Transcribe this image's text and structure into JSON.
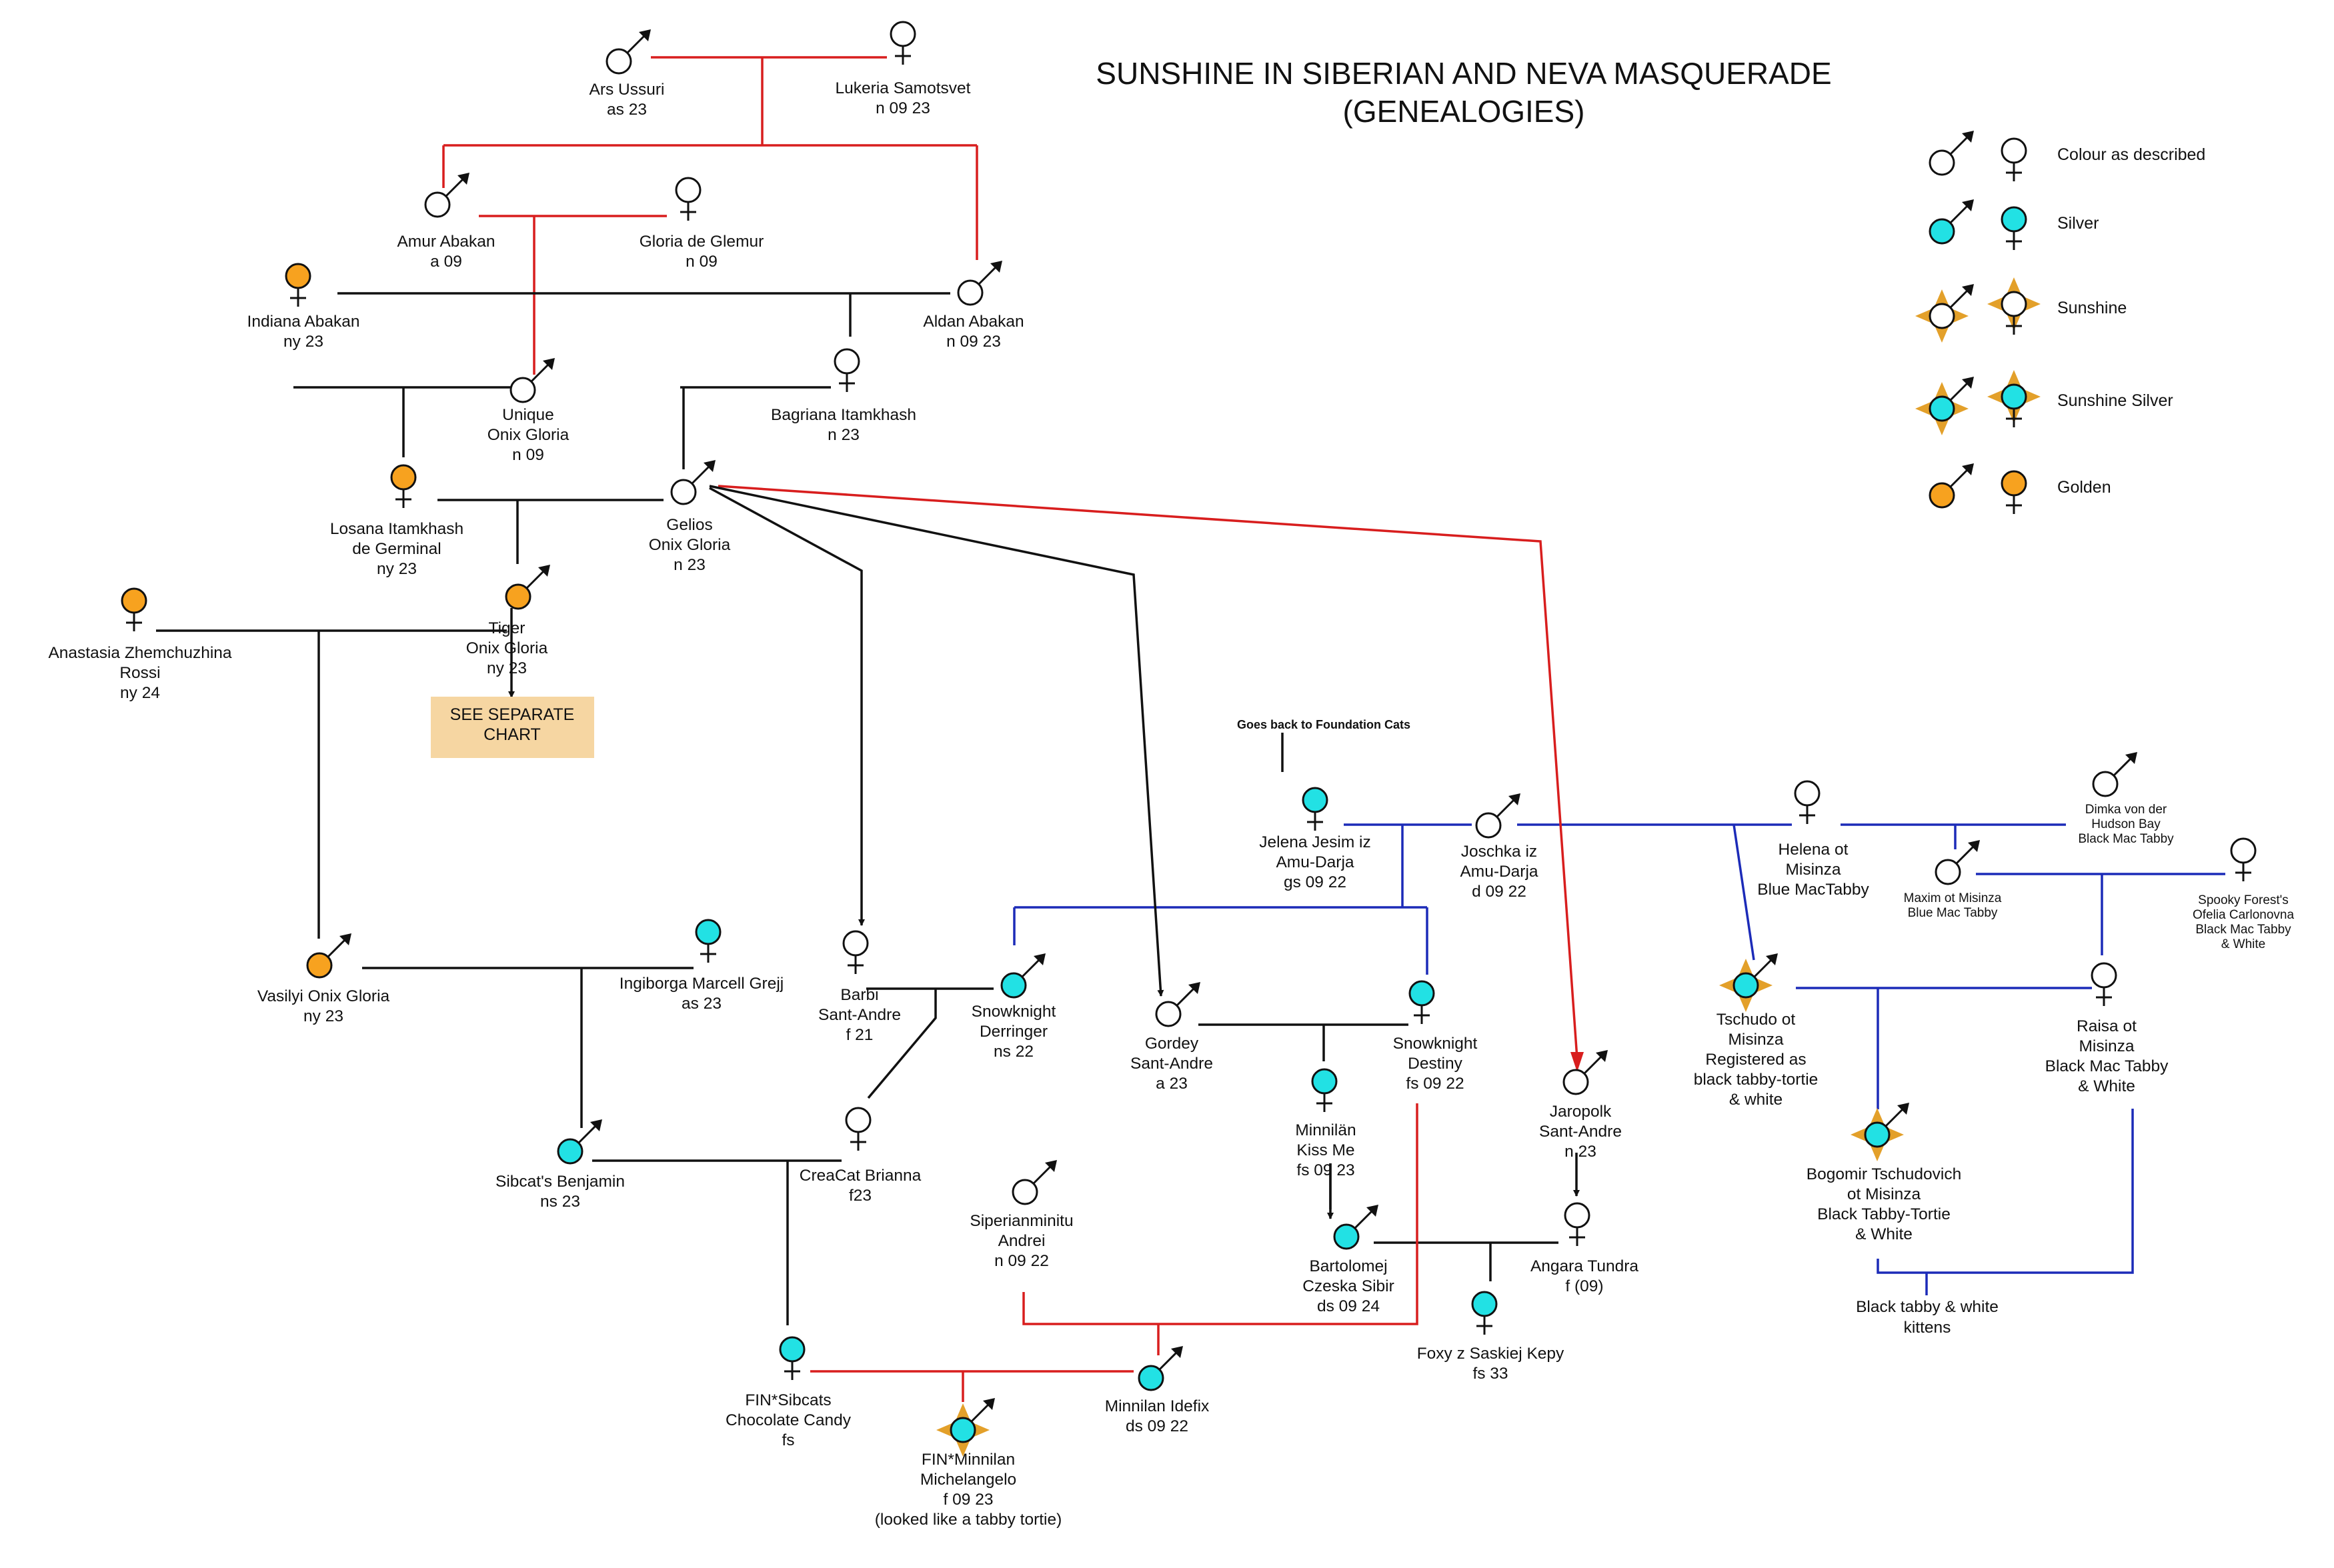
{
  "title": [
    "SUNSHINE IN SIBERIAN AND NEVA MASQUERADE",
    "(GENEALOGIES)"
  ],
  "colors": {
    "red_line": "#d81e1e",
    "blue_line": "#1c2bb8",
    "black_line": "#111111",
    "silver_fill": "#22e1e4",
    "golden_fill": "#f7a21f",
    "sunshine_star": "#e3a02a",
    "plain_fill": "#ffffff",
    "chart_box": "#f6d6a2"
  },
  "legend": [
    {
      "kind": "plain",
      "label": "Colour as described"
    },
    {
      "kind": "silver",
      "label": "Silver"
    },
    {
      "kind": "sunshine",
      "label": "Sunshine"
    },
    {
      "kind": "sunshine-silver",
      "label": "Sunshine Silver"
    },
    {
      "kind": "golden",
      "label": "Golden"
    }
  ],
  "cats": {
    "ars_ussuri": {
      "sex": "male",
      "color": "plain",
      "label": [
        "Ars Ussuri",
        "as 23"
      ]
    },
    "lukeria": {
      "sex": "female",
      "color": "plain",
      "label": [
        "Lukeria Samotsvet",
        "n 09 23"
      ]
    },
    "amur": {
      "sex": "male",
      "color": "plain",
      "label": [
        "Amur Abakan",
        "a 09"
      ]
    },
    "gloria": {
      "sex": "female",
      "color": "plain",
      "label": [
        "Gloria de Glemur",
        "n 09"
      ]
    },
    "indiana": {
      "sex": "female",
      "color": "golden",
      "label": [
        "Indiana Abakan",
        "ny 23"
      ]
    },
    "aldan": {
      "sex": "male",
      "color": "plain",
      "label": [
        "Aldan Abakan",
        "n 09 23"
      ]
    },
    "unique": {
      "sex": "male",
      "color": "plain",
      "label": [
        "Unique",
        "Onix Gloria",
        "n 09"
      ]
    },
    "bagriana": {
      "sex": "female",
      "color": "plain",
      "label": [
        "Bagriana Itamkhash",
        "n 23"
      ]
    },
    "losana": {
      "sex": "female",
      "color": "golden",
      "label": [
        "Losana Itamkhash",
        "de Germinal",
        "ny 23"
      ]
    },
    "gelios": {
      "sex": "male",
      "color": "plain",
      "label": [
        "Gelios",
        "Onix Gloria",
        "n 23"
      ]
    },
    "anastasia": {
      "sex": "female",
      "color": "golden",
      "label": [
        "Anastasia Zhemchuzhina",
        "Rossi",
        "ny 24"
      ]
    },
    "tiger": {
      "sex": "male",
      "color": "golden",
      "label": [
        "Tiger",
        "Onix Gloria",
        "ny 23"
      ]
    },
    "vasilyi": {
      "sex": "male",
      "color": "golden",
      "label": [
        "Vasilyi Onix Gloria",
        "ny 23"
      ]
    },
    "ingiborga": {
      "sex": "female",
      "color": "silver",
      "label": [
        "Ingiborga Marcell Grejj",
        "as 23"
      ]
    },
    "barbi": {
      "sex": "female",
      "color": "plain",
      "label": [
        "Barbi",
        "Sant-Andre",
        "f 21"
      ]
    },
    "derringer": {
      "sex": "male",
      "color": "silver",
      "label": [
        "Snowknight",
        "Derringer",
        "ns 22"
      ]
    },
    "gordey": {
      "sex": "male",
      "color": "plain",
      "label": [
        "Gordey",
        "Sant-Andre",
        "a 23"
      ]
    },
    "destiny": {
      "sex": "female",
      "color": "silver",
      "label": [
        "Snowknight",
        "Destiny",
        "fs 09 22"
      ]
    },
    "jelena": {
      "sex": "female",
      "color": "silver",
      "label": [
        "Jelena Jesim iz",
        "Amu-Darja",
        "gs 09 22"
      ]
    },
    "joschka": {
      "sex": "male",
      "color": "plain",
      "label": [
        "Joschka iz",
        "Amu-Darja",
        "d 09 22"
      ]
    },
    "helena": {
      "sex": "female",
      "color": "plain",
      "label": [
        "Helena ot",
        "Misinza",
        "Blue MacTabby"
      ]
    },
    "dimka": {
      "sex": "male",
      "color": "plain",
      "small": true,
      "label": [
        "Dimka von der",
        "Hudson Bay",
        "Black Mac Tabby"
      ]
    },
    "maxim": {
      "sex": "male",
      "color": "plain",
      "small": true,
      "label": [
        "Maxim ot Misinza",
        "Blue Mac Tabby"
      ]
    },
    "spooky": {
      "sex": "female",
      "color": "plain",
      "small": true,
      "label": [
        "Spooky Forest's",
        "Ofelia Carlonovna",
        "Black Mac Tabby",
        "& White"
      ]
    },
    "tschudo": {
      "sex": "male",
      "color": "sunshine-silver",
      "label": [
        "Tschudo ot",
        "Misinza",
        "Registered as",
        "black tabby-tortie",
        "& white"
      ]
    },
    "raisa": {
      "sex": "female",
      "color": "plain",
      "label": [
        "Raisa ot",
        "Misinza",
        "Black Mac Tabby",
        "& White"
      ]
    },
    "bogomir": {
      "sex": "male",
      "color": "sunshine-silver",
      "label": [
        "Bogomir Tschudovich",
        "ot Misinza",
        "Black Tabby-Tortie",
        "& White"
      ]
    },
    "benjamin": {
      "sex": "male",
      "color": "silver",
      "label": [
        "Sibcat's Benjamin",
        "ns 23"
      ]
    },
    "brianna": {
      "sex": "female",
      "color": "plain",
      "label": [
        "CreaCat Brianna",
        "f23"
      ]
    },
    "kissme": {
      "sex": "female",
      "color": "silver",
      "label": [
        "Minnilän",
        "Kiss Me",
        "fs 09 23"
      ]
    },
    "jaropolk": {
      "sex": "male",
      "color": "plain",
      "label": [
        "Jaropolk",
        "Sant-Andre",
        "n 23"
      ]
    },
    "siperian": {
      "sex": "male",
      "color": "plain",
      "label": [
        "Siperianminitu",
        "Andrei",
        "n 09 22"
      ]
    },
    "bartolomej": {
      "sex": "male",
      "color": "silver",
      "label": [
        "Bartolomej",
        "Czeska Sibir",
        "ds 09 24"
      ]
    },
    "angara": {
      "sex": "female",
      "color": "plain",
      "label": [
        "Angara Tundra",
        "f (09)"
      ]
    },
    "foxy": {
      "sex": "female",
      "color": "silver",
      "label": [
        "Foxy z Saskiej Kepy",
        "fs 33"
      ]
    },
    "candy": {
      "sex": "female",
      "color": "silver",
      "label": [
        "FIN*Sibcats",
        "Chocolate Candy",
        "fs"
      ]
    },
    "idefix": {
      "sex": "male",
      "color": "silver",
      "label": [
        "Minnilan Idefix",
        "ds 09  22"
      ]
    },
    "michelangelo": {
      "sex": "male",
      "color": "sunshine-silver",
      "label": [
        "FIN*Minnilan",
        "Michelangelo",
        "f 09 23",
        "(looked like a tabby tortie)"
      ]
    }
  },
  "notes": {
    "foundation": "Goes back to Foundation Cats",
    "see_chart": [
      "SEE SEPARATE",
      "CHART"
    ],
    "kittens": [
      "Black tabby & white",
      "kittens"
    ]
  }
}
